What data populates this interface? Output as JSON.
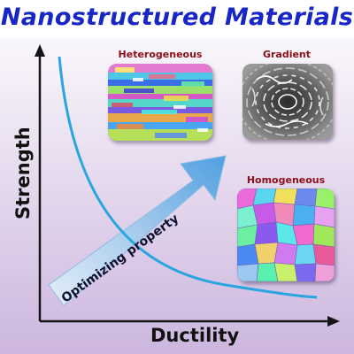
{
  "title": "Nanostructured Materials",
  "axes": {
    "x_label": "Ductility",
    "y_label": "Strength"
  },
  "panels": {
    "heterogeneous": "Heterogeneous",
    "gradient": "Gradient",
    "homogeneous": "Homogeneous"
  },
  "arrow_label": "Optimizing property",
  "colors": {
    "title": "#1726c4",
    "panel_label": "#8b0e18",
    "curve": "#29a6e0",
    "arrow": "#5aaee0"
  }
}
